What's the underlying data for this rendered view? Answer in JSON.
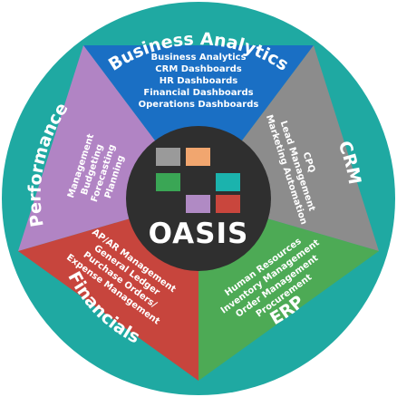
{
  "center": {
    "brand": "OASIS",
    "logo_colors": [
      "#9a9a9a",
      "#f1a66f",
      "#3aa655",
      "#1bb3ad",
      "#b08ac4",
      "#c9463d"
    ]
  },
  "colors": {
    "ring": "#1fa9a2",
    "business_analytics": "#1a6fc4",
    "crm": "#8c8c8c",
    "erp": "#4daa55",
    "financials": "#c7453d",
    "performance": "#b184c4",
    "hub": "#2f2f2f"
  },
  "segments": [
    {
      "id": "business_analytics",
      "ring_label": "Business Analytics",
      "items": [
        "Business Analytics",
        "CRM Dashboards",
        "HR Dashboards",
        "Financial Dashboards",
        "Operations Dashboards"
      ]
    },
    {
      "id": "crm",
      "ring_label": "CRM",
      "items": [
        "CPQ",
        "Lead Management",
        "Marketing Automation"
      ]
    },
    {
      "id": "erp",
      "ring_label": "ERP",
      "items": [
        "Human Resources",
        "Inventory Management",
        "Order Management",
        "Procurement"
      ]
    },
    {
      "id": "financials",
      "ring_label": "Financials",
      "items": [
        "AP/AR Management",
        "General Ledger",
        "Purchase Orders/",
        "Expense Management"
      ]
    },
    {
      "id": "performance",
      "ring_label": "Performance",
      "items": [
        "Management",
        "Budgeting",
        "Forecasting",
        "Planning"
      ]
    }
  ]
}
